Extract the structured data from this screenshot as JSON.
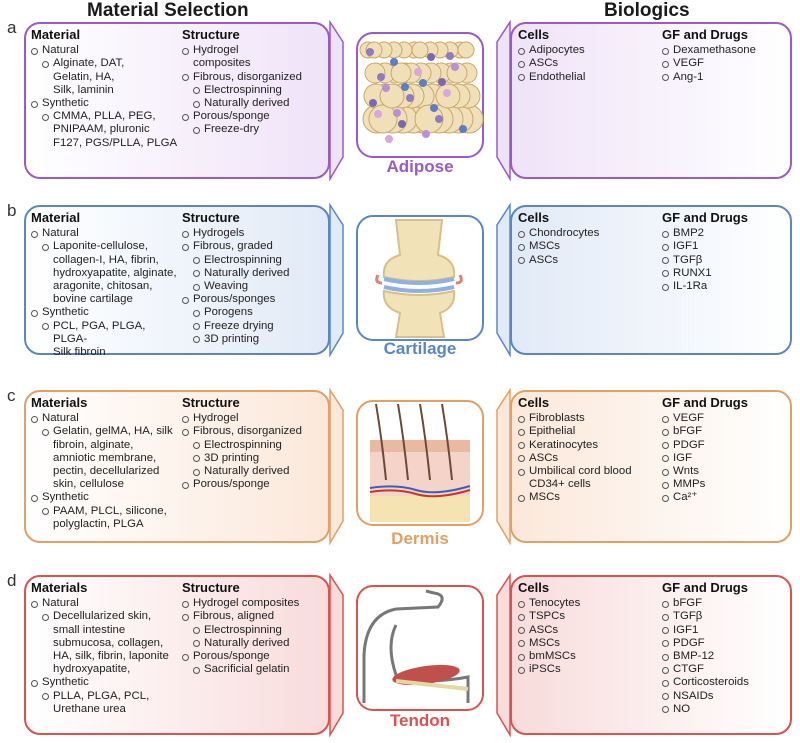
{
  "headers": {
    "left": "Material Selection",
    "right": "Biologics"
  },
  "panels": [
    {
      "letter": "a",
      "tissue": "Adipose",
      "color": "#9b59c9",
      "material": {
        "title": "Material",
        "lines": [
          {
            "lvl": 0,
            "text": "Natural"
          },
          {
            "lvl": 1,
            "text": "Alginate, DAT,"
          },
          {
            "lvl": 2,
            "text": "Gelatin, HA,"
          },
          {
            "lvl": 2,
            "text": "Silk, laminin"
          },
          {
            "lvl": 0,
            "text": "Synthetic"
          },
          {
            "lvl": 1,
            "text": "CMMA, PLLA, PEG,"
          },
          {
            "lvl": 2,
            "text": "PNIPAAM, pluronic"
          },
          {
            "lvl": 2,
            "text": "F127, PGS/PLLA, PLGA"
          }
        ]
      },
      "structure": {
        "title": "Structure",
        "lines": [
          {
            "lvl": 0,
            "text": "Hydrogel"
          },
          {
            "lvl": 3,
            "text": "composites"
          },
          {
            "lvl": 0,
            "text": "Fibrous, disorganized"
          },
          {
            "lvl": 1,
            "text": "Electrospinning"
          },
          {
            "lvl": 1,
            "text": "Naturally derived"
          },
          {
            "lvl": 0,
            "text": "Porous/sponge"
          },
          {
            "lvl": 1,
            "text": "Freeze-dry"
          }
        ]
      },
      "cells": {
        "title": "Cells",
        "items": [
          "Adipocytes",
          "ASCs",
          "Endothelial"
        ]
      },
      "gf": {
        "title": "GF and Drugs",
        "items": [
          "Dexamethasone",
          "VEGF",
          "Ang-1"
        ]
      }
    },
    {
      "letter": "b",
      "tissue": "Cartilage",
      "color": "#5a86c8",
      "material": {
        "title": "Material",
        "lines": [
          {
            "lvl": 0,
            "text": "Natural"
          },
          {
            "lvl": 1,
            "text": "Laponite-cellulose,"
          },
          {
            "lvl": 2,
            "text": "collagen-I, HA, fibrin,"
          },
          {
            "lvl": 2,
            "text": "hydroxyapatite, alginate,"
          },
          {
            "lvl": 2,
            "text": "aragonite, chitosan,"
          },
          {
            "lvl": 2,
            "text": "bovine cartilage"
          },
          {
            "lvl": 0,
            "text": "Synthetic"
          },
          {
            "lvl": 1,
            "text": "PCL, PGA, PLGA, PLGA-"
          },
          {
            "lvl": 2,
            "text": "Silk fibroin"
          }
        ]
      },
      "structure": {
        "title": "Structure",
        "lines": [
          {
            "lvl": 0,
            "text": "Hydrogels"
          },
          {
            "lvl": 0,
            "text": "Fibrous, graded"
          },
          {
            "lvl": 1,
            "text": "Electrospinning"
          },
          {
            "lvl": 1,
            "text": "Naturally derived"
          },
          {
            "lvl": 1,
            "text": "Weaving"
          },
          {
            "lvl": 0,
            "text": "Porous/sponges"
          },
          {
            "lvl": 1,
            "text": "Porogens"
          },
          {
            "lvl": 1,
            "text": "Freeze drying"
          },
          {
            "lvl": 1,
            "text": "3D printing"
          }
        ]
      },
      "cells": {
        "title": "Cells",
        "items": [
          "Chondrocytes",
          "MSCs",
          "ASCs"
        ]
      },
      "gf": {
        "title": "GF and Drugs",
        "items": [
          "BMP2",
          "IGF1",
          "TGFβ",
          "RUNX1",
          "IL-1Ra"
        ]
      }
    },
    {
      "letter": "c",
      "tissue": "Dermis",
      "color": "#e3a064",
      "material": {
        "title": "Materials",
        "lines": [
          {
            "lvl": 0,
            "text": "Natural"
          },
          {
            "lvl": 1,
            "text": "Gelatin, gelMA, HA, silk"
          },
          {
            "lvl": 2,
            "text": "fibroin, alginate,"
          },
          {
            "lvl": 2,
            "text": "amniotic membrane,"
          },
          {
            "lvl": 2,
            "text": "pectin, decellularized"
          },
          {
            "lvl": 2,
            "text": "skin, cellulose"
          },
          {
            "lvl": 0,
            "text": "Synthetic"
          },
          {
            "lvl": 1,
            "text": "PAAM, PLCL, silicone,"
          },
          {
            "lvl": 2,
            "text": "polyglactin, PLGA"
          }
        ]
      },
      "structure": {
        "title": "Structure",
        "lines": [
          {
            "lvl": 0,
            "text": "Hydrogel"
          },
          {
            "lvl": 0,
            "text": "Fibrous, disorganized"
          },
          {
            "lvl": 1,
            "text": "Electrospinning"
          },
          {
            "lvl": 1,
            "text": "3D printing"
          },
          {
            "lvl": 1,
            "text": "Naturally derived"
          },
          {
            "lvl": 0,
            "text": "Porous/sponge"
          }
        ]
      },
      "cells": {
        "title": "Cells",
        "lines": [
          {
            "lvl": 0,
            "text": "Fibroblasts"
          },
          {
            "lvl": 0,
            "text": "Epithelial"
          },
          {
            "lvl": 0,
            "text": "Keratinocytes"
          },
          {
            "lvl": 0,
            "text": "ASCs"
          },
          {
            "lvl": 0,
            "text": "Umbilical cord blood"
          },
          {
            "lvl": 3,
            "text": "CD34+ cells"
          },
          {
            "lvl": 0,
            "text": "MSCs"
          }
        ]
      },
      "gf": {
        "title": "GF and Drugs",
        "items": [
          "VEGF",
          "bFGF",
          "PDGF",
          "IGF",
          "Wnts",
          "MMPs",
          "Ca²⁺"
        ]
      }
    },
    {
      "letter": "d",
      "tissue": "Tendon",
      "color": "#d9534f",
      "material": {
        "title": "Materials",
        "lines": [
          {
            "lvl": 0,
            "text": "Natural"
          },
          {
            "lvl": 1,
            "text": "Decellularized skin,"
          },
          {
            "lvl": 2,
            "text": "small intestine"
          },
          {
            "lvl": 2,
            "text": "submucosa, collagen,"
          },
          {
            "lvl": 2,
            "text": "HA, silk, fibrin, laponite"
          },
          {
            "lvl": 2,
            "text": "hydroxyapatite,"
          },
          {
            "lvl": 0,
            "text": "Synthetic"
          },
          {
            "lvl": 1,
            "text": "PLLA, PLGA, PCL,"
          },
          {
            "lvl": 2,
            "text": "Urethane urea"
          }
        ]
      },
      "structure": {
        "title": "Structure",
        "lines": [
          {
            "lvl": 0,
            "text": "Hydrogel composites"
          },
          {
            "lvl": 0,
            "text": "Fibrous, aligned"
          },
          {
            "lvl": 1,
            "text": "Electrospinning"
          },
          {
            "lvl": 1,
            "text": "Naturally derived"
          },
          {
            "lvl": 0,
            "text": "Porous/sponge"
          },
          {
            "lvl": 1,
            "text": "Sacrificial gelatin"
          }
        ]
      },
      "cells": {
        "title": "Cells",
        "items": [
          "Tenocytes",
          "TSPCs",
          "ASCs",
          "MSCs",
          "bmMSCs",
          "iPSCs"
        ]
      },
      "gf": {
        "title": "GF and Drugs",
        "items": [
          "bFGF",
          "TGFβ",
          "IGF1",
          "PDGF",
          "BMP-12",
          "CTGF",
          "Corticosteroids",
          "NSAIDs",
          "NO"
        ]
      }
    }
  ]
}
